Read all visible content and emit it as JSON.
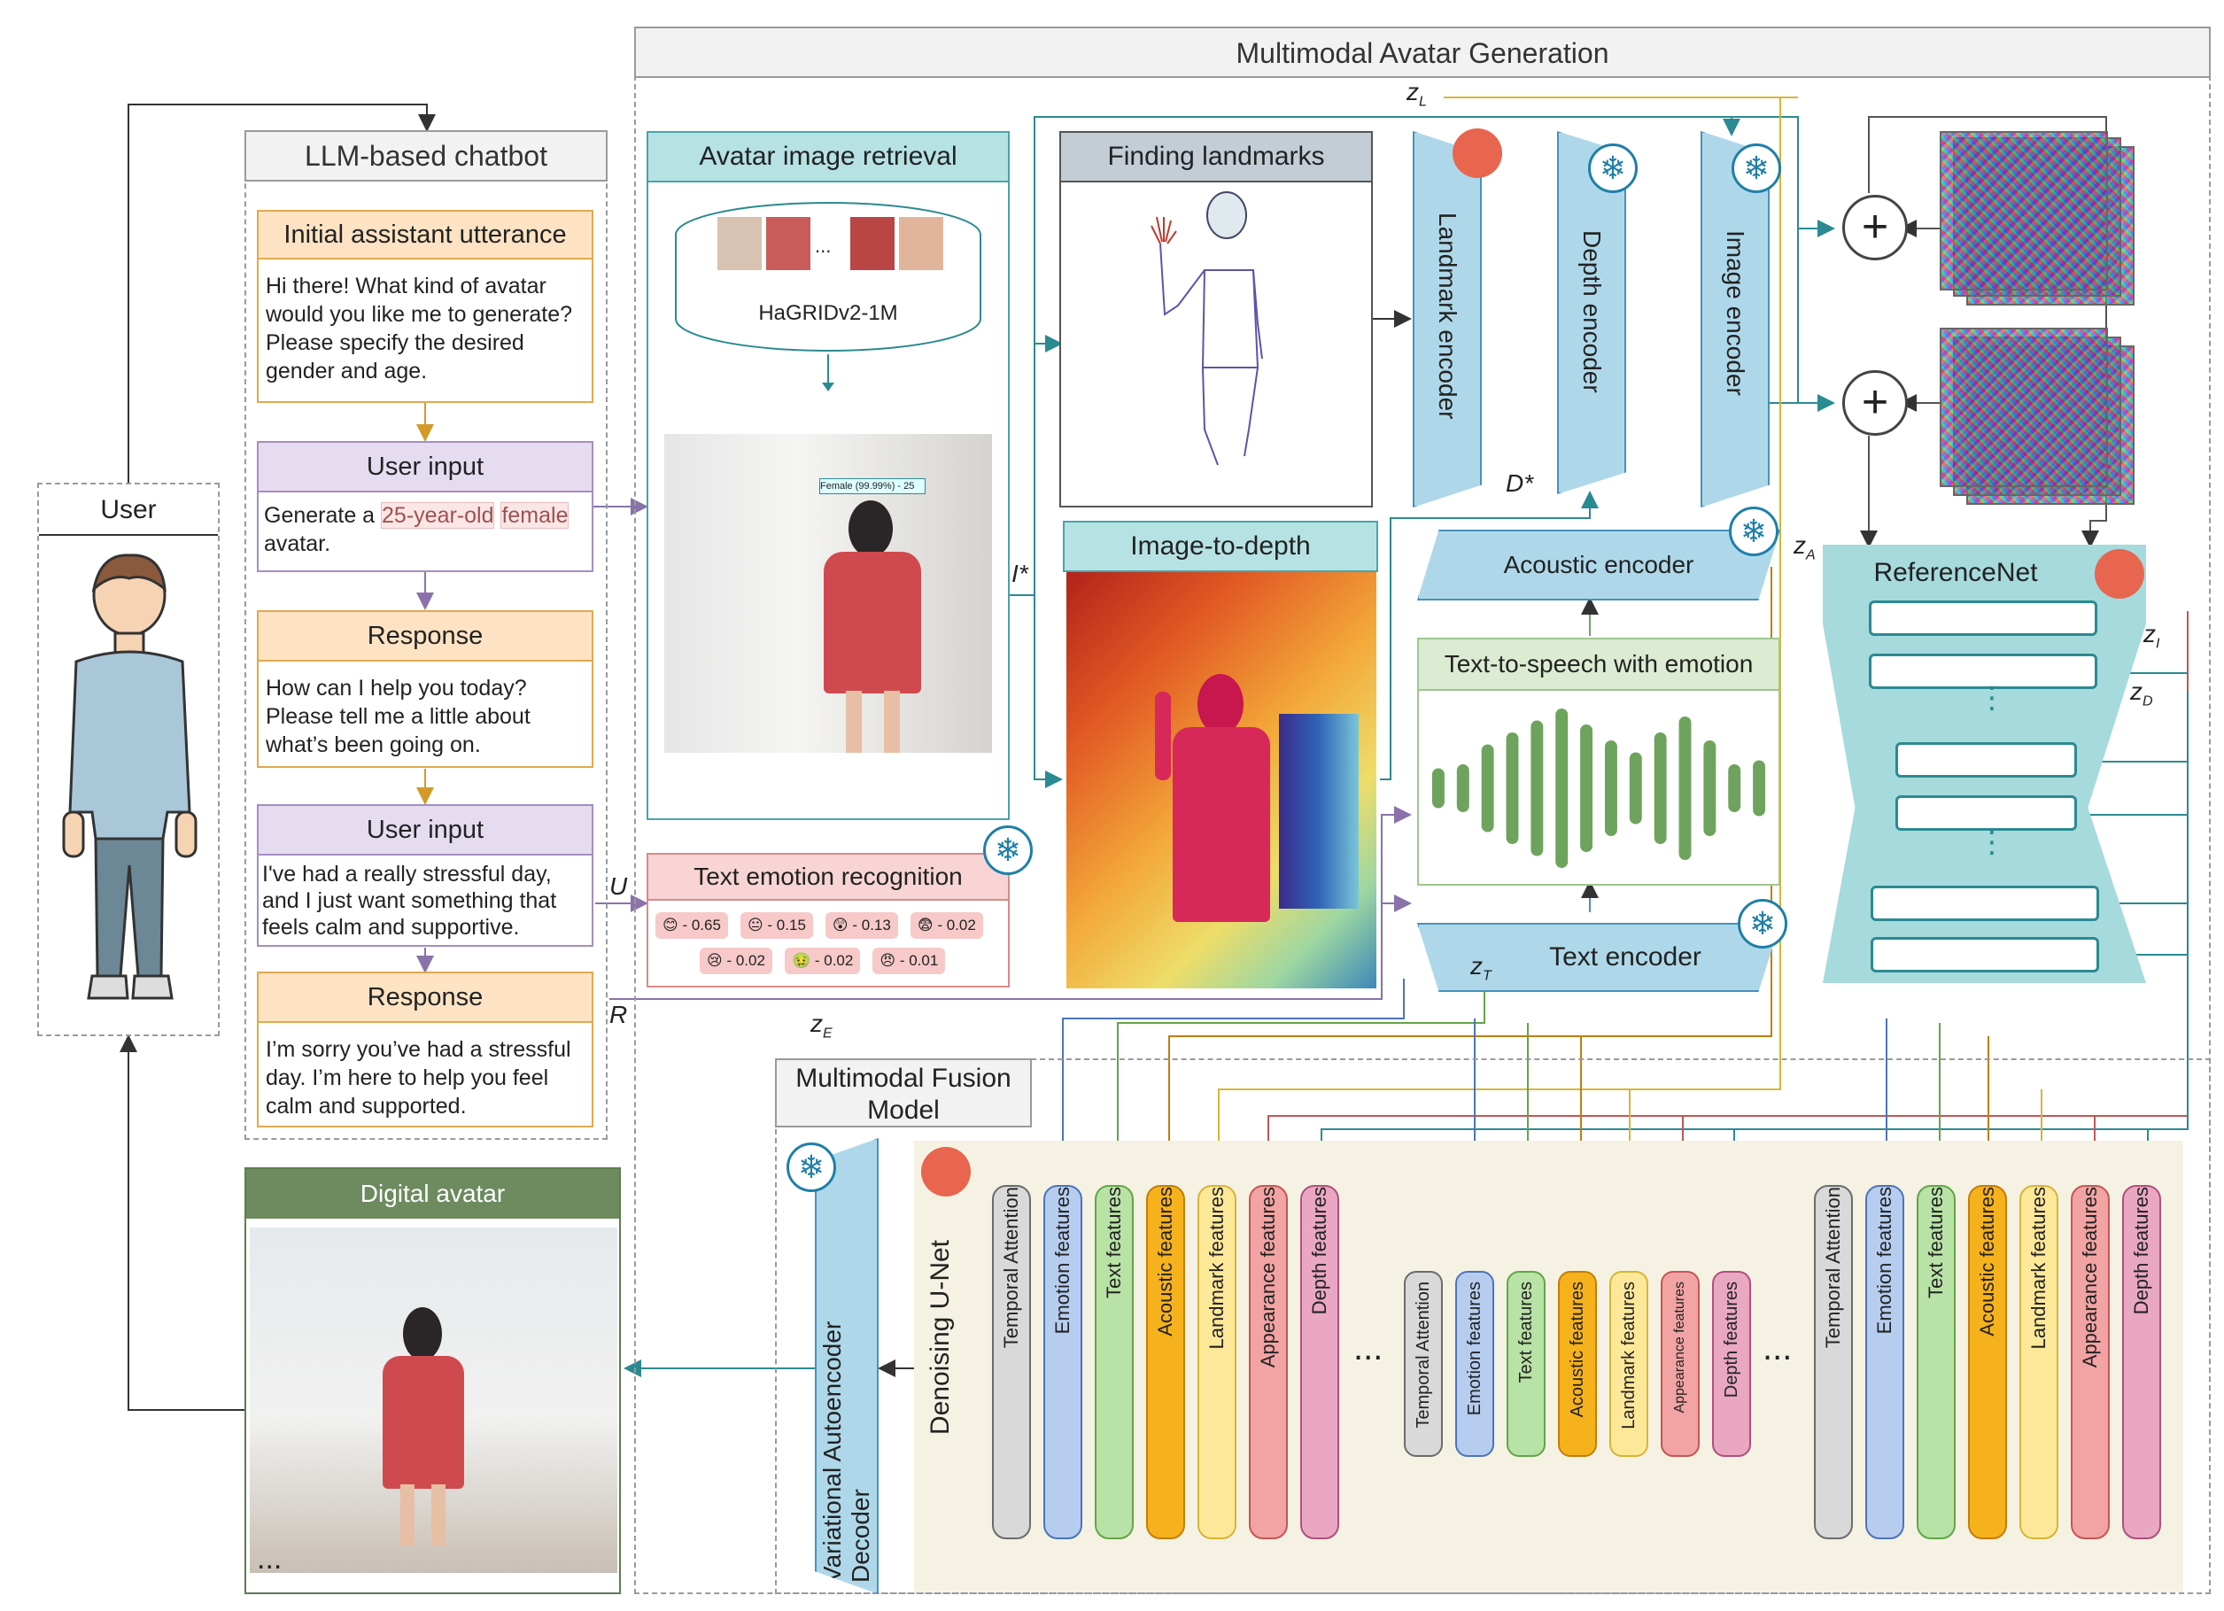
{
  "user": {
    "title": "User"
  },
  "chatbot": {
    "title": "LLM-based chatbot",
    "initial_title": "Initial assistant utterance",
    "initial_text": "Hi there! What kind of avatar would you like me to generate? Please specify the desired gender and age.",
    "user_input1_title": "User input",
    "user_input1_pre": "Generate a ",
    "user_input1_age": "25-year-old",
    "user_input1_gender": "female",
    "user_input1_post": "avatar.",
    "response1_title": "Response",
    "response1_text": "How can I help you today? Please tell me a little about what’s been going on.",
    "user_input2_title": "User input",
    "user_input2_text": "I've had a really stressful day, and I just want something that feels calm and supportive.",
    "response2_title": "Response",
    "response2_text": "I’m sorry you’ve had a stressful day. I’m here to help you feel calm and supported."
  },
  "digital_avatar": {
    "title": "Digital avatar"
  },
  "mag": {
    "title": "Multimodal Avatar Generation"
  },
  "retrieval": {
    "title": "Avatar image retrieval",
    "dataset": "HaGRIDv2-1M",
    "ellipsis": "...",
    "detect_label": "Female (99.99%) - 25"
  },
  "landmarks": {
    "title": "Finding landmarks"
  },
  "depth": {
    "title": "Image-to-depth"
  },
  "encoders": {
    "landmark": "Landmark encoder",
    "depth": "Depth encoder",
    "image": "Image encoder",
    "acoustic": "Acoustic encoder",
    "text": "Text encoder"
  },
  "tts": {
    "title": "Text-to-speech with emotion",
    "bars": [
      0.25,
      0.3,
      0.55,
      0.7,
      0.85,
      1.0,
      0.8,
      0.6,
      0.45,
      0.7,
      0.9,
      0.6,
      0.3,
      0.35
    ]
  },
  "ter": {
    "title": "Text emotion recognition",
    "scores": [
      {
        "icon": "😊",
        "value": "- 0.65"
      },
      {
        "icon": "😐",
        "value": "- 0.15"
      },
      {
        "icon": "😲",
        "value": "- 0.13"
      },
      {
        "icon": "😨",
        "value": "- 0.02"
      },
      {
        "icon": "😢",
        "value": "- 0.02"
      },
      {
        "icon": "🤢",
        "value": "- 0.02"
      },
      {
        "icon": "😠",
        "value": "- 0.01"
      }
    ]
  },
  "refnet": {
    "title": "ReferenceNet"
  },
  "fusion": {
    "title": "Multimodal Fusion Model",
    "vae": "Variational Autoencoder Decoder",
    "unet": "Denoising U-Net"
  },
  "features": {
    "temporal": "Temporal Attention",
    "emotion": "Emotion features",
    "text": "Text features",
    "acoustic": "Acoustic features",
    "landmark": "Landmark features",
    "appearance": "Appearance features",
    "depth": "Depth features",
    "dots": "..."
  },
  "labels": {
    "zL": "z",
    "zL_sub": "L",
    "Dstar": "D*",
    "Istar": "I*",
    "zA": "z",
    "zA_sub": "A",
    "zI": "z",
    "zI_sub": "I",
    "zD": "z",
    "zD_sub": "D",
    "zT": "z",
    "zT_sub": "T",
    "zE": "z",
    "zE_sub": "E",
    "U": "U",
    "R": "R"
  },
  "icons": {
    "fire": "fire-icon",
    "snowflake": "snowflake-icon",
    "plus": "plus-icon"
  },
  "colors": {
    "teal": "#2b8a91",
    "tealLight": "#b6e2e4",
    "orange": "#e1a94f",
    "purple": "#a58dc0",
    "green": "#5e7d52",
    "fire": "#e8654f",
    "encoder": "#aed8ea"
  }
}
